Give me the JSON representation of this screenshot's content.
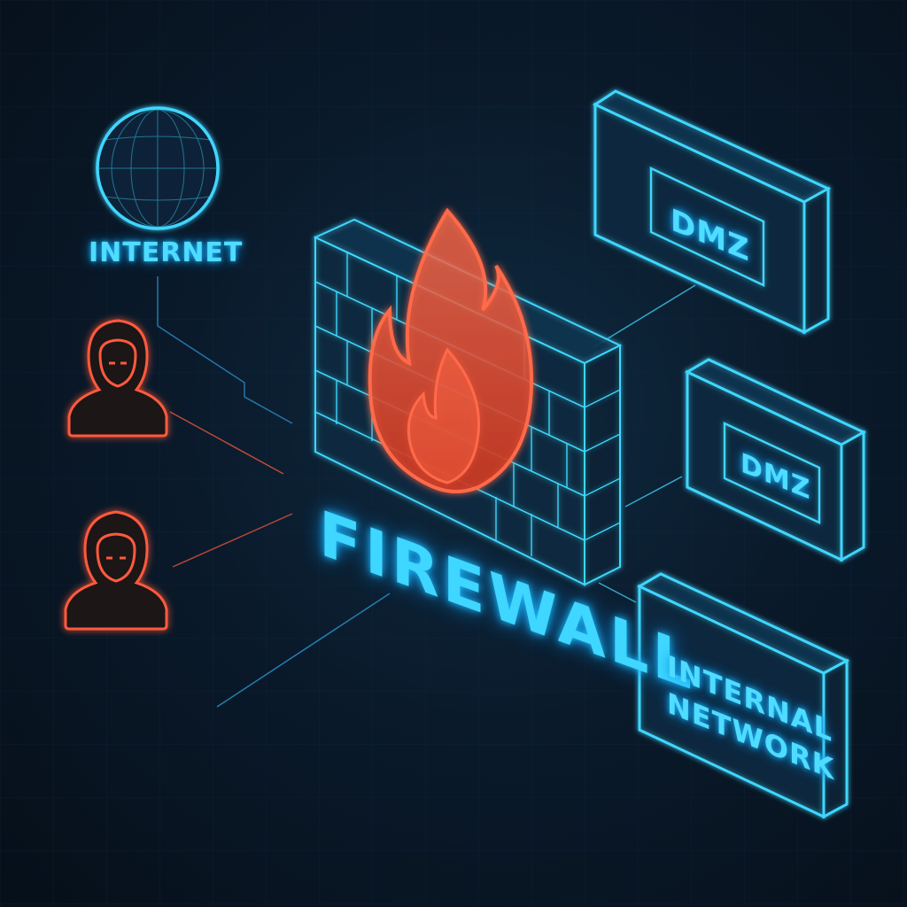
{
  "nodes": {
    "internet": {
      "label": "INTERNET"
    },
    "firewall": {
      "label": "FIREWALL"
    },
    "dmz_1": {
      "label": "DMZ"
    },
    "dmz_2": {
      "label": "DMZ"
    },
    "internal_network": {
      "label": "INTERNAL NETWORK"
    }
  },
  "icons": {
    "globe": "globe-icon",
    "attacker": "hooded-attacker-icon",
    "flame": "flame-icon",
    "brick_wall": "brick-wall-icon"
  },
  "colors": {
    "background": "#081522",
    "neon_blue": "#3fd6ff",
    "neon_red": "#ff5a3c"
  }
}
